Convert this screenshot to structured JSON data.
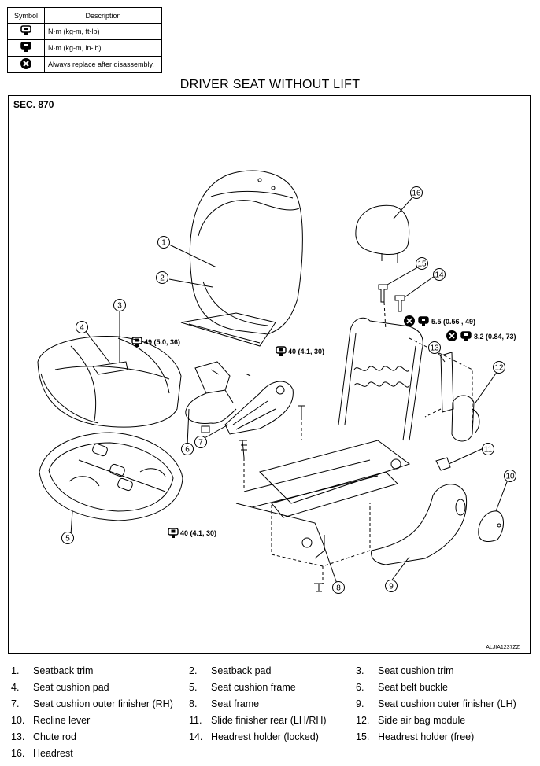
{
  "legend": {
    "header": {
      "symbol": "Symbol",
      "description": "Description"
    },
    "rows": [
      {
        "icon": "torque-wrench-icon",
        "text": "N·m (kg-m, ft-lb)"
      },
      {
        "icon": "torque-wrench-fine-icon",
        "text": "N·m (kg-m, in-lb)"
      },
      {
        "icon": "replace-x-icon",
        "text": "Always replace after disassembly."
      }
    ]
  },
  "title": "DRIVER SEAT WITHOUT LIFT",
  "section": "SEC. 870",
  "image_code": "ALJIA1237ZZ",
  "torques": {
    "t1": "49 (5.0, 36)",
    "t2": "40 (4.1, 30)",
    "t3": "40 (4.1, 30)",
    "t4": "5.5 (0.56 , 49)",
    "t5": "8.2 (0.84, 73)"
  },
  "callouts": [
    "1",
    "2",
    "3",
    "4",
    "5",
    "6",
    "7",
    "8",
    "9",
    "10",
    "11",
    "12",
    "13",
    "14",
    "15",
    "16"
  ],
  "parts": [
    {
      "num": "1.",
      "name": "Seatback trim"
    },
    {
      "num": "2.",
      "name": "Seatback pad"
    },
    {
      "num": "3.",
      "name": "Seat cushion trim"
    },
    {
      "num": "4.",
      "name": "Seat cushion pad"
    },
    {
      "num": "5.",
      "name": "Seat cushion frame"
    },
    {
      "num": "6.",
      "name": "Seat belt buckle"
    },
    {
      "num": "7.",
      "name": "Seat cushion outer finisher (RH)"
    },
    {
      "num": "8.",
      "name": "Seat frame"
    },
    {
      "num": "9.",
      "name": "Seat cushion outer finisher (LH)"
    },
    {
      "num": "10.",
      "name": "Recline lever"
    },
    {
      "num": "11.",
      "name": "Slide finisher rear (LH/RH)"
    },
    {
      "num": "12.",
      "name": "Side air bag module"
    },
    {
      "num": "13.",
      "name": "Chute rod"
    },
    {
      "num": "14.",
      "name": "Headrest holder (locked)"
    },
    {
      "num": "15.",
      "name": "Headrest holder (free)"
    },
    {
      "num": "16.",
      "name": "Headrest"
    }
  ]
}
